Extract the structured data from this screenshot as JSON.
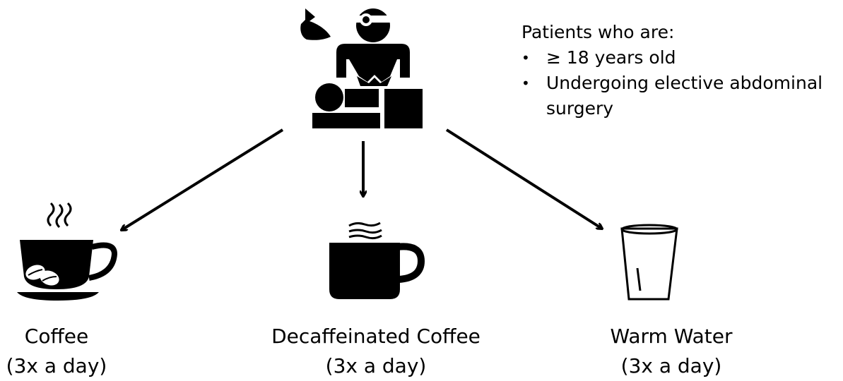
{
  "criteria": {
    "heading": "Patients who are:",
    "items": [
      "≥ 18 years old",
      "Undergoing elective abdominal surgery"
    ]
  },
  "arms": [
    {
      "name": "Coffee",
      "dose": "(3x a day)",
      "icon": "coffee-cup-icon"
    },
    {
      "name": "Decaffeinated Coffee",
      "dose": "(3x a day)",
      "icon": "mug-icon"
    },
    {
      "name": "Warm Water",
      "dose": "(3x a day)",
      "icon": "glass-icon"
    }
  ],
  "icons": {
    "top": "surgeon-operating-icon"
  },
  "colors": {
    "ink": "#000000",
    "background": "#ffffff"
  }
}
